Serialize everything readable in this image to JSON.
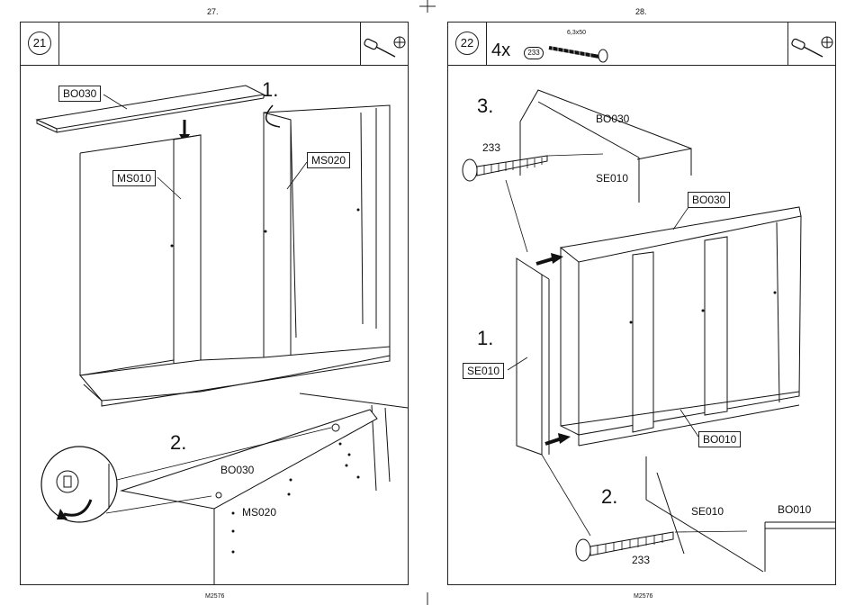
{
  "pages": {
    "left_number": "27.",
    "right_number": "28.",
    "left_footer": "M2576",
    "right_footer": "M2576"
  },
  "step21": {
    "step_number": "21",
    "labels": {
      "bo030": "BO030",
      "ms010": "MS010",
      "ms020": "MS020",
      "detail_bo030": "BO030",
      "detail_ms020": "MS020"
    },
    "substeps": [
      "1.",
      "2."
    ]
  },
  "step22": {
    "step_number": "22",
    "quantity": "4x",
    "part_number": "233",
    "screw_size": "6,3x50",
    "labels": {
      "top_bo030": "BO030",
      "top_se010": "SE010",
      "top_233": "233",
      "bo030": "BO030",
      "se010": "SE010",
      "bo010": "BO010",
      "detail_se010": "SE010",
      "detail_bo010": "BO010",
      "detail_233": "233"
    },
    "substeps": [
      "3.",
      "1.",
      "2."
    ]
  }
}
